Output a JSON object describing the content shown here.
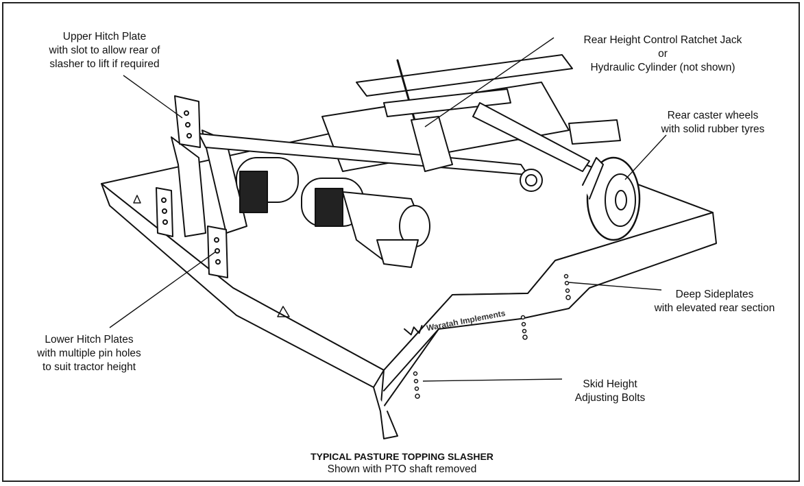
{
  "callouts": {
    "upper_hitch": [
      "Upper Hitch Plate",
      "with slot to allow rear of",
      "slasher to lift if required"
    ],
    "lower_hitch": [
      "Lower Hitch Plates",
      "with multiple pin holes",
      "to suit tractor height"
    ],
    "rear_jack": [
      "Rear Height Control Ratchet Jack",
      "or",
      "Hydraulic Cylinder (not shown)"
    ],
    "caster": [
      "Rear caster wheels",
      "with solid rubber tyres"
    ],
    "sideplates": [
      "Deep Sideplates",
      "with elevated rear section"
    ],
    "skid": [
      "Skid Height",
      "Adjusting Bolts"
    ]
  },
  "caption": {
    "title": "TYPICAL PASTURE TOPPING SLASHER",
    "subtitle": "Shown with PTO shaft removed"
  },
  "logo_text": "Waratah Implements"
}
